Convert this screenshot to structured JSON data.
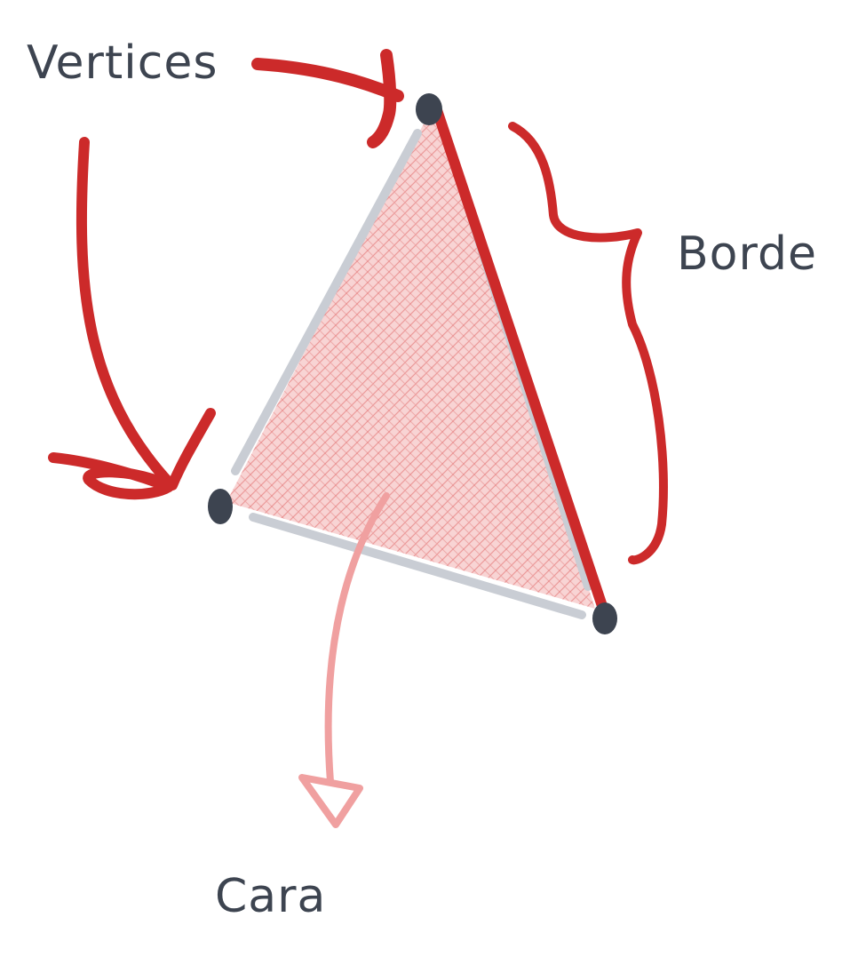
{
  "diagram": {
    "labels": {
      "vertices": "Vertices",
      "edge": "Borde",
      "face": "Cara"
    },
    "colors": {
      "accent_red": "#cc2a2a",
      "face_fill": "#f3b3b3",
      "face_hatch": "#e06a6a",
      "face_arrow": "#f0a0a0",
      "outline_gray": "#c9cdd4",
      "vertex_dot": "#3d4450",
      "text": "#3d4450"
    }
  }
}
